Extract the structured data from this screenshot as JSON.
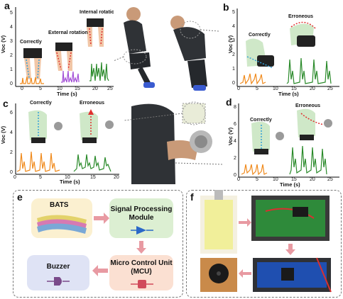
{
  "panels": {
    "a": {
      "label": "a",
      "annotations": [
        "Correctly",
        "External rotation",
        "Internal rotation"
      ],
      "xlabel": "Time (s)",
      "ylabel": "Voc (V)",
      "xticks": [
        "0",
        "5",
        "10",
        "15",
        "20",
        "25"
      ],
      "yticks": [
        "0",
        "1",
        "2",
        "3",
        "4",
        "5"
      ]
    },
    "b": {
      "label": "b",
      "annotations": [
        "Correctly",
        "Erroneous"
      ],
      "xlabel": "Time (s)",
      "ylabel": "Voc (V)",
      "xticks": [
        "0",
        "5",
        "10",
        "15",
        "20",
        "25"
      ],
      "yticks": [
        "0",
        "1",
        "2",
        "3",
        "4",
        "5"
      ]
    },
    "c": {
      "label": "c",
      "annotations": [
        "Correctly",
        "Erroneous"
      ],
      "xlabel": "Time (s)",
      "ylabel": "Voc (V)",
      "xticks": [
        "0",
        "5",
        "10",
        "15",
        "20"
      ],
      "yticks": [
        "0",
        "2",
        "4",
        "6"
      ]
    },
    "d": {
      "label": "d",
      "annotations": [
        "Correctly",
        "Erroneous"
      ],
      "xlabel": "Time (s)",
      "ylabel": "Voc (V)",
      "xticks": [
        "0",
        "5",
        "10",
        "15",
        "20",
        "25"
      ],
      "yticks": [
        "0",
        "2",
        "4",
        "6",
        "8"
      ]
    },
    "e": {
      "label": "e",
      "blocks": {
        "bats": "BATS",
        "signal": "Signal Processing Module",
        "mcu": "Micro Control Unit (MCU)",
        "buzzer": "Buzzer"
      }
    },
    "f": {
      "label": "f"
    }
  },
  "colors": {
    "orange": "#f08a1c",
    "purple": "#a34fd6",
    "green": "#2a8a2a",
    "arrow": "#e89aa2",
    "bats_bg": "#fbf0d0",
    "signal_bg": "#dcefd2",
    "mcu_bg": "#fbe0d2",
    "buzzer_bg": "#dfe3f5"
  }
}
